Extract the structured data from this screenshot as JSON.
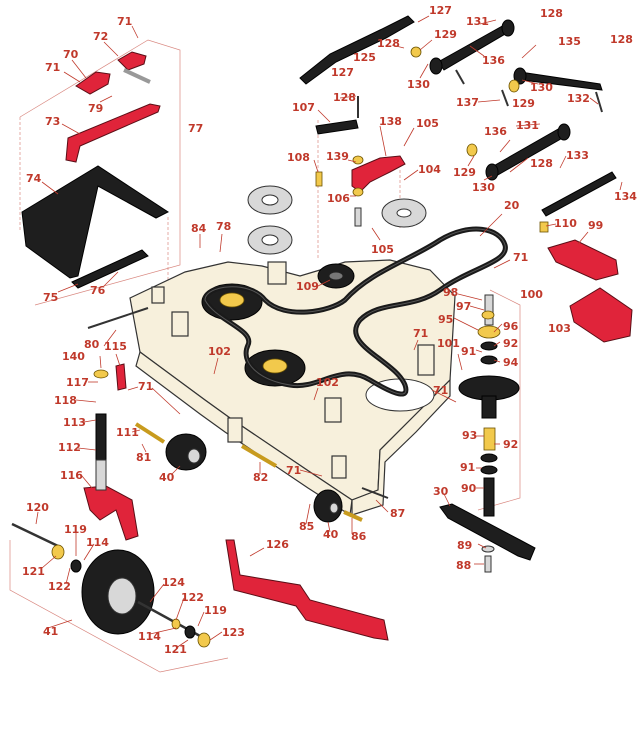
{
  "colors": {
    "callout": "#c0392b",
    "red_part": "#e0243a",
    "deck": "#f7f0dc",
    "black_part": "#1e1e1e",
    "metal": "#d8d8d8",
    "brass": "#f2c94c"
  },
  "callouts": [
    {
      "id": "c71a",
      "text": "71"
    },
    {
      "id": "c72",
      "text": "72"
    },
    {
      "id": "c70",
      "text": "70"
    },
    {
      "id": "c71b",
      "text": "71"
    },
    {
      "id": "c79",
      "text": "79"
    },
    {
      "id": "c73",
      "text": "73"
    },
    {
      "id": "c77",
      "text": "77"
    },
    {
      "id": "c74",
      "text": "74"
    },
    {
      "id": "c75",
      "text": "75"
    },
    {
      "id": "c76",
      "text": "76"
    },
    {
      "id": "c127a",
      "text": "127"
    },
    {
      "id": "c129a",
      "text": "129"
    },
    {
      "id": "c128a",
      "text": "128"
    },
    {
      "id": "c125",
      "text": "125"
    },
    {
      "id": "c127b",
      "text": "127"
    },
    {
      "id": "c130a",
      "text": "130"
    },
    {
      "id": "c131a",
      "text": "131"
    },
    {
      "id": "c128b",
      "text": "128"
    },
    {
      "id": "c136a",
      "text": "136"
    },
    {
      "id": "c135",
      "text": "135"
    },
    {
      "id": "c128c",
      "text": "128"
    },
    {
      "id": "c130b",
      "text": "130"
    },
    {
      "id": "c129b",
      "text": "129"
    },
    {
      "id": "c137",
      "text": "137"
    },
    {
      "id": "c132",
      "text": "132"
    },
    {
      "id": "c107",
      "text": "107"
    },
    {
      "id": "c128d",
      "text": "128"
    },
    {
      "id": "c138",
      "text": "138"
    },
    {
      "id": "c105a",
      "text": "105"
    },
    {
      "id": "c131b",
      "text": "131"
    },
    {
      "id": "c136b",
      "text": "136"
    },
    {
      "id": "c108",
      "text": "108"
    },
    {
      "id": "c139",
      "text": "139"
    },
    {
      "id": "c104",
      "text": "104"
    },
    {
      "id": "c129c",
      "text": "129"
    },
    {
      "id": "c128e",
      "text": "128"
    },
    {
      "id": "c133",
      "text": "133"
    },
    {
      "id": "c130c",
      "text": "130"
    },
    {
      "id": "c106",
      "text": "106"
    },
    {
      "id": "c134",
      "text": "134"
    },
    {
      "id": "c20",
      "text": "20"
    },
    {
      "id": "c84",
      "text": "84"
    },
    {
      "id": "c78",
      "text": "78"
    },
    {
      "id": "c105b",
      "text": "105"
    },
    {
      "id": "c110",
      "text": "110"
    },
    {
      "id": "c99",
      "text": "99"
    },
    {
      "id": "c71c",
      "text": "71"
    },
    {
      "id": "c109",
      "text": "109"
    },
    {
      "id": "c98",
      "text": "98"
    },
    {
      "id": "c100",
      "text": "100"
    },
    {
      "id": "c97",
      "text": "97"
    },
    {
      "id": "c95",
      "text": "95"
    },
    {
      "id": "c96",
      "text": "96"
    },
    {
      "id": "c103",
      "text": "103"
    },
    {
      "id": "c80",
      "text": "80"
    },
    {
      "id": "c92a",
      "text": "92"
    },
    {
      "id": "c71d",
      "text": "71"
    },
    {
      "id": "c101",
      "text": "101"
    },
    {
      "id": "c91a",
      "text": "91"
    },
    {
      "id": "c94",
      "text": "94"
    },
    {
      "id": "c140",
      "text": "140"
    },
    {
      "id": "c115",
      "text": "115"
    },
    {
      "id": "c102a",
      "text": "102"
    },
    {
      "id": "c117",
      "text": "117"
    },
    {
      "id": "c71e",
      "text": "71"
    },
    {
      "id": "c71f",
      "text": "71"
    },
    {
      "id": "c118",
      "text": "118"
    },
    {
      "id": "c102b",
      "text": "102"
    },
    {
      "id": "c113",
      "text": "113"
    },
    {
      "id": "c111",
      "text": "111"
    },
    {
      "id": "c93",
      "text": "93"
    },
    {
      "id": "c92b",
      "text": "92"
    },
    {
      "id": "c112",
      "text": "112"
    },
    {
      "id": "c81",
      "text": "81"
    },
    {
      "id": "c40a",
      "text": "40"
    },
    {
      "id": "c82",
      "text": "82"
    },
    {
      "id": "c116",
      "text": "116"
    },
    {
      "id": "c71g",
      "text": "71"
    },
    {
      "id": "c91b",
      "text": "91"
    },
    {
      "id": "c90",
      "text": "90"
    },
    {
      "id": "c30",
      "text": "30"
    },
    {
      "id": "c120",
      "text": "120"
    },
    {
      "id": "c87",
      "text": "87"
    },
    {
      "id": "c85",
      "text": "85"
    },
    {
      "id": "c40b",
      "text": "40"
    },
    {
      "id": "c86",
      "text": "86"
    },
    {
      "id": "c119a",
      "text": "119"
    },
    {
      "id": "c114a",
      "text": "114"
    },
    {
      "id": "c126",
      "text": "126"
    },
    {
      "id": "c89",
      "text": "89"
    },
    {
      "id": "c121a",
      "text": "121"
    },
    {
      "id": "c122a",
      "text": "122"
    },
    {
      "id": "c88",
      "text": "88"
    },
    {
      "id": "c124",
      "text": "124"
    },
    {
      "id": "c122b",
      "text": "122"
    },
    {
      "id": "c119b",
      "text": "119"
    },
    {
      "id": "c41",
      "text": "41"
    },
    {
      "id": "c114b",
      "text": "114"
    },
    {
      "id": "c123",
      "text": "123"
    },
    {
      "id": "c121b",
      "text": "121"
    }
  ]
}
